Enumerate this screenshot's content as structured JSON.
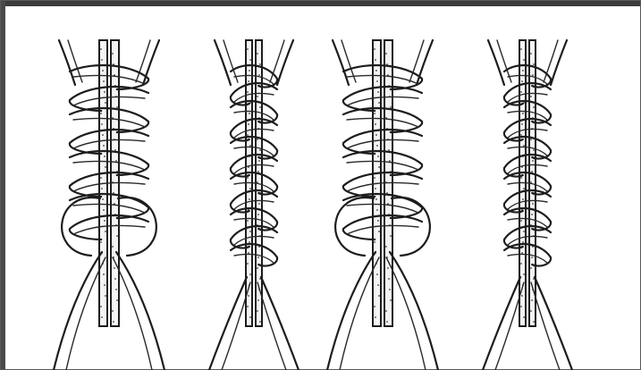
{
  "figure": {
    "description_panels": [
      {
        "id": "panel-1",
        "type": "lark-knot-chain",
        "spacing": "loose"
      },
      {
        "id": "panel-2",
        "type": "spiral-knot-chain",
        "spacing": "tight"
      },
      {
        "id": "panel-3",
        "type": "lark-knot-chain",
        "spacing": "loose"
      },
      {
        "id": "panel-4",
        "type": "spiral-knot-chain",
        "spacing": "tight"
      }
    ],
    "colors": {
      "ink": "#1d1d1d",
      "paper": "#ffffff",
      "bleed_text": "#c9c9c9",
      "border": "#5a5a5a"
    }
  }
}
